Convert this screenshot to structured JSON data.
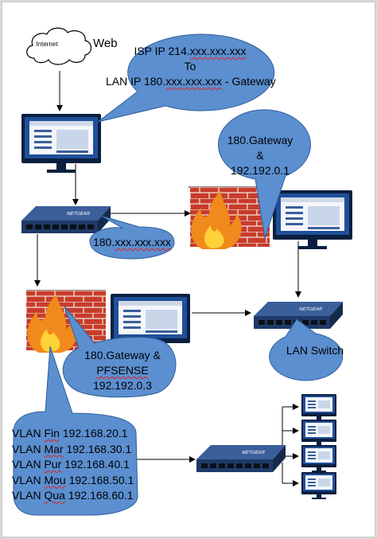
{
  "internet": {
    "cloud_label": "Internet",
    "web_label": "Web"
  },
  "bubble_isp": {
    "line1_prefix": "ISP IP 214.",
    "line1_mask": "xxx.xxx.xxx",
    "line2": "To",
    "line3_prefix": "LAN IP 180.",
    "line3_mask": "xxx.xxx.xxx",
    "line3_suffix": " - Gateway"
  },
  "bubble_gateway1": {
    "line1": "180.Gateway",
    "line2": "&",
    "line3": "192.192.0.1"
  },
  "bubble_router_ip": {
    "prefix": "180.",
    "mask": "xxx.xxx.xxx"
  },
  "bubble_pfsense": {
    "line1": "180.Gateway &",
    "line2": "PFSENSE",
    "line3": "192.192.0.3"
  },
  "bubble_lan": {
    "label": "LAN Switch"
  },
  "bubble_vlans": {
    "items": [
      {
        "prefix": "VLAN ",
        "name": "Fin",
        "ip": " 192.168.20.1"
      },
      {
        "prefix": "VLAN ",
        "name": "Mar",
        "ip": " 192.168.30.1"
      },
      {
        "prefix": "VLAN ",
        "name": "Pur",
        "ip": " 192.168.40.1"
      },
      {
        "prefix": "VLAN ",
        "name": "Mou",
        "ip": " 192.168.50.1"
      },
      {
        "prefix": "VLAN ",
        "name": "Qua",
        "ip": " 192.168.60.1"
      }
    ]
  },
  "switch_brand": "NETGEAR",
  "colors": {
    "bubble": "#5b8fd0",
    "bubble_stroke": "#2f5e9c",
    "monitor_frame": "#0a1f3f",
    "screen": "#1f4f9a",
    "brick": "#c83c2a",
    "flame": "#f08a1c"
  }
}
